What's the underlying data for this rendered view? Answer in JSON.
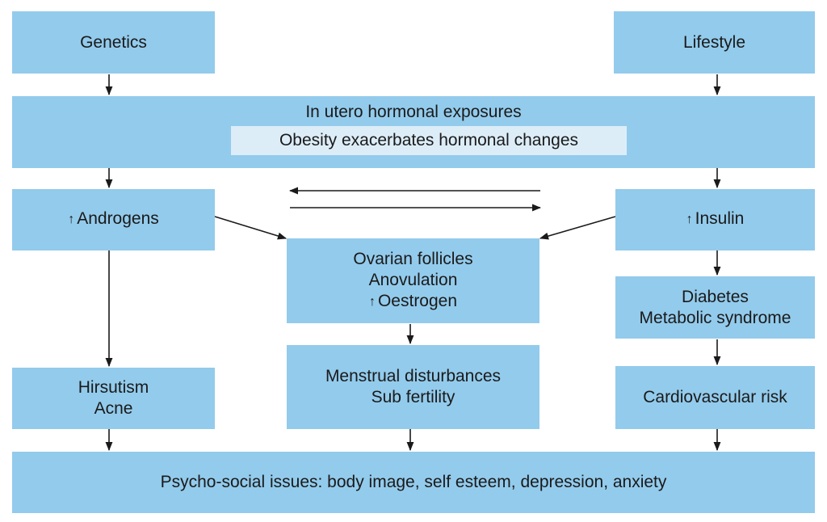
{
  "genetics": "Genetics",
  "lifestyle": "Lifestyle",
  "in_utero": {
    "title": "In utero hormonal exposures",
    "obesity": "Obesity exacerbates hormonal changes"
  },
  "androgens": {
    "arrow": "↑",
    "label": "Androgens"
  },
  "insulin": {
    "arrow": "↑",
    "label": "Insulin"
  },
  "ovarian": {
    "line1": "Ovarian follicles",
    "line2": "Anovulation",
    "line3_arrow": "↑",
    "line3": "Oestrogen"
  },
  "hirsutism": {
    "line1": "Hirsutism",
    "line2": "Acne"
  },
  "menstrual": {
    "line1": "Menstrual disturbances",
    "line2": "Sub fertility"
  },
  "diabetes": {
    "line1": "Diabetes",
    "line2": "Metabolic syndrome"
  },
  "cardio": "Cardiovascular risk",
  "psycho": "Psycho-social issues: body image, self esteem, depression, anxiety"
}
